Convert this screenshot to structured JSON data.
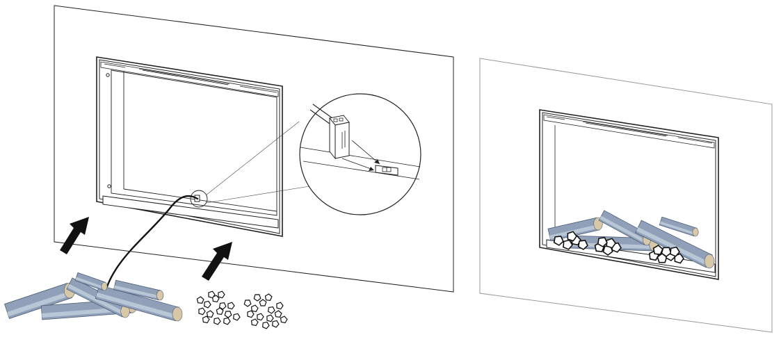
{
  "diagram": {
    "left_step": {
      "panel": "wall-panel",
      "insert": "fireplace-insert",
      "cable": "power-cable",
      "connector": "plug-connector",
      "detail": "connector-detail-magnifier",
      "items_to_place": [
        "log-set",
        "ember-rocks"
      ],
      "arrows": [
        "insert-logs-arrow",
        "insert-rocks-arrow"
      ]
    },
    "right_step": {
      "panel": "wall-panel",
      "insert": "fireplace-insert",
      "contents": [
        "log-set",
        "ember-rocks"
      ]
    },
    "colors": {
      "line": "#1a1a1a",
      "log_light": "#b9c6d6",
      "log_mid": "#8fa0b8",
      "log_dark": "#4e5f78",
      "log_end": "#d9c8a8",
      "arrow": "#111111"
    }
  }
}
